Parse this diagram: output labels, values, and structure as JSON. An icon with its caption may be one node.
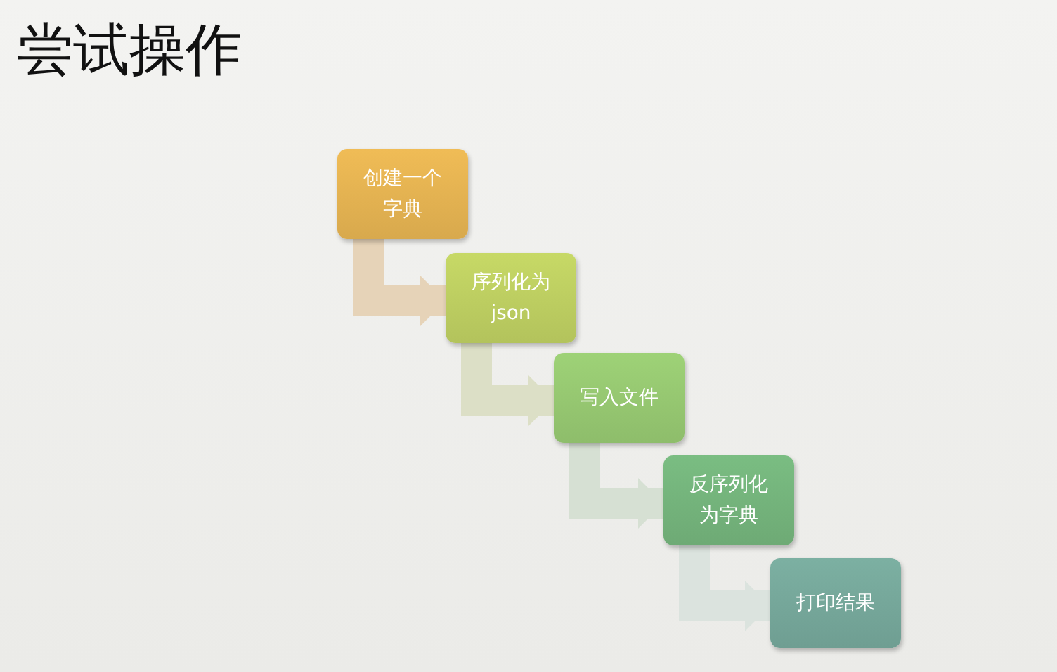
{
  "diagram": {
    "title": "尝试操作",
    "nodes": [
      {
        "text": [
          "创建一个字典"
        ]
      },
      {
        "text": [
          "序列化为json"
        ]
      },
      {
        "text": [
          "写入文件"
        ]
      },
      {
        "text": [
          "反序列化为字典"
        ]
      },
      {
        "text": [
          "打印结果"
        ]
      }
    ],
    "edges": [
      {
        "from": 0,
        "to": 1,
        "arrow": "to",
        "color": "#e6d3b8"
      },
      {
        "from": 1,
        "to": 2,
        "arrow": "to",
        "color": "#dcdfc6"
      },
      {
        "from": 2,
        "to": 3,
        "arrow": "to",
        "color": "#d6e0d3"
      },
      {
        "from": 3,
        "to": 4,
        "arrow": "to",
        "color": "#dbe3de"
      }
    ]
  }
}
